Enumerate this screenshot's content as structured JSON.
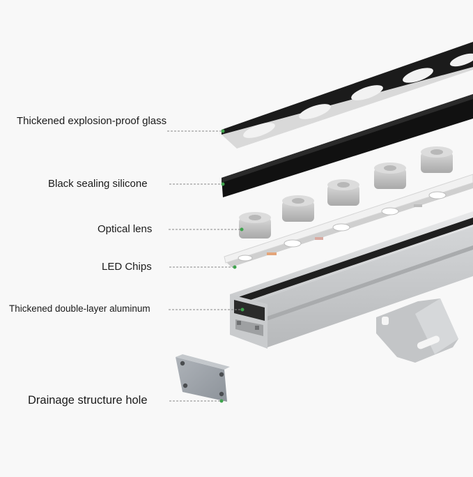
{
  "labels": {
    "glass": "Thickened explosion-proof glass",
    "silicone": "Black sealing silicone",
    "lens": "Optical lens",
    "chips": "LED Chips",
    "aluminum": "Thickened double-layer aluminum",
    "drainage": "Drainage structure hole"
  },
  "colors": {
    "leader": "#888888",
    "dot": "#3fa34d",
    "glass_panel": "#1b1b1b",
    "glass_edge": "#d8d8d8",
    "aluminum": "#cfd1d3",
    "lens": "#c4c4c4"
  }
}
